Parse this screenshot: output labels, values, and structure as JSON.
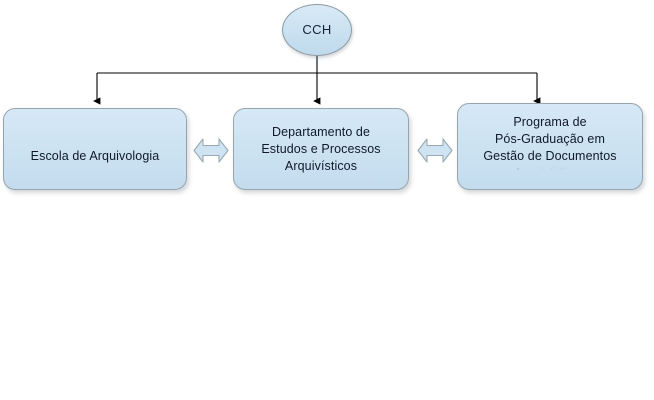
{
  "diagram": {
    "title_node": {
      "label": "CCH",
      "shape": "ellipse"
    },
    "boxes": [
      {
        "name": "escola-de-arquivologia",
        "lines": [
          "Escola de Arquivologia"
        ]
      },
      {
        "name": "departamento-de-estudos-e-processos-arquivisticos",
        "lines": [
          "Departamento de",
          "Estudos e Processos",
          "Arquivísticos"
        ]
      },
      {
        "name": "programa-de-pos-graduacao-em-gestao-de-documentos",
        "lines": [
          "Programa de",
          "Pós-Graduação em",
          "Gestão de Documentos",
          "Arquivísticos"
        ]
      }
    ],
    "connectors": {
      "hierarchy_arrows": 3,
      "bidirectional_arrows": 2
    },
    "colors": {
      "node_fill": "#cde3f2",
      "node_border": "#96a4ae",
      "connector_line": "#000000",
      "canvas": "#ffffff"
    }
  }
}
